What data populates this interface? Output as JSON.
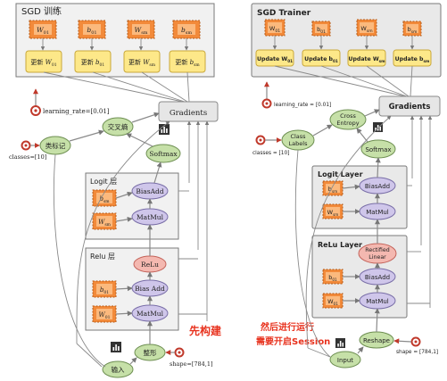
{
  "left": {
    "sgd_title": "SGD 训练",
    "params": [
      {
        "label": "W",
        "sub": "01"
      },
      {
        "label": "b",
        "sub": "01"
      },
      {
        "label": "W",
        "sub": "sm"
      },
      {
        "label": "b",
        "sub": "sm"
      }
    ],
    "updates": [
      {
        "prefix": "更新 ",
        "label": "W",
        "sub": "01"
      },
      {
        "prefix": "更新 ",
        "label": "b",
        "sub": "01"
      },
      {
        "prefix": "更新 ",
        "label": "W",
        "sub": "sm"
      },
      {
        "prefix": "更新 ",
        "label": "b",
        "sub": "sm"
      }
    ],
    "learning_rate": "learning_rate=[0.01]",
    "gradients": "Gradients",
    "cross_entropy": "交叉熵",
    "class_labels": "类标记",
    "classes": "classes=[10]",
    "softmax": "Softmax",
    "logit_title": "Logit 层",
    "logit_b": {
      "label": "b",
      "sub": "sm"
    },
    "logit_w": {
      "label": "W",
      "sub": "sm"
    },
    "bias_add": "BiasAdd",
    "matmul": "MatMul",
    "relu_title": "Relu 层",
    "relu": "ReLu",
    "relu_b": {
      "label": "b",
      "sub": "01"
    },
    "relu_w": {
      "label": "W",
      "sub": "01"
    },
    "relu_bias_add": "Bias Add",
    "relu_matmul": "MatMul",
    "annotation": "先构建",
    "input": "输入",
    "reshape": "整形",
    "shape": "shape=[784,1]"
  },
  "right": {
    "sgd_title": "SGD Trainer",
    "params": [
      {
        "label": "W",
        "sub": "01"
      },
      {
        "label": "b",
        "sub": "01"
      },
      {
        "label": "W",
        "sub": "sm"
      },
      {
        "label": "b",
        "sub": "sm"
      }
    ],
    "updates": [
      {
        "prefix": "Update ",
        "label": "W",
        "sub": "01"
      },
      {
        "prefix": "Update ",
        "label": "b",
        "sub": "01"
      },
      {
        "prefix": "Update ",
        "label": "W",
        "sub": "sm"
      },
      {
        "prefix": "Update ",
        "label": "b",
        "sub": "sm"
      }
    ],
    "learning_rate": "learning_rate = [0.01]",
    "gradients": "Gradients",
    "cross_entropy_1": "Cross",
    "cross_entropy_2": "Entropy",
    "class_labels_1": "Class",
    "class_labels_2": "Labels",
    "classes": "classes = [10]",
    "softmax": "Softmax",
    "logit_title": "Logit Layer",
    "logit_b": {
      "label": "b",
      "sub": "sm"
    },
    "logit_w": {
      "label": "W",
      "sub": "sm"
    },
    "bias_add": "BiasAdd",
    "matmul": "MatMul",
    "relu_title": "ReLu Layer",
    "rectified_1": "Rectified",
    "rectified_2": "Linear",
    "relu_b": {
      "label": "b",
      "sub": "01"
    },
    "relu_w": {
      "label": "W",
      "sub": "01"
    },
    "relu_bias_add": "BiasAdd",
    "relu_matmul": "MatMul",
    "annotation_1": "然后进行运行",
    "annotation_2": "需要开启Session",
    "input": "Input",
    "reshape": "Reshape",
    "shape": "shape = [784,1]"
  },
  "colors": {
    "panel_fill": "#f1f1f1",
    "panel_stroke": "#7a7a7a",
    "param_fill": "#f28a3a",
    "param_inner": "#fbb97d",
    "update_fill": "#fde889",
    "update_stroke": "#c9a83a",
    "green": "#c6e0a8",
    "green_stroke": "#6e8f52",
    "purple": "#cfc6ea",
    "purple_stroke": "#7a6fa8",
    "pink": "#f4b8b0",
    "pink_stroke": "#c4635a",
    "grad_fill": "#e6e6e6",
    "accent_red": "#e8321e"
  }
}
